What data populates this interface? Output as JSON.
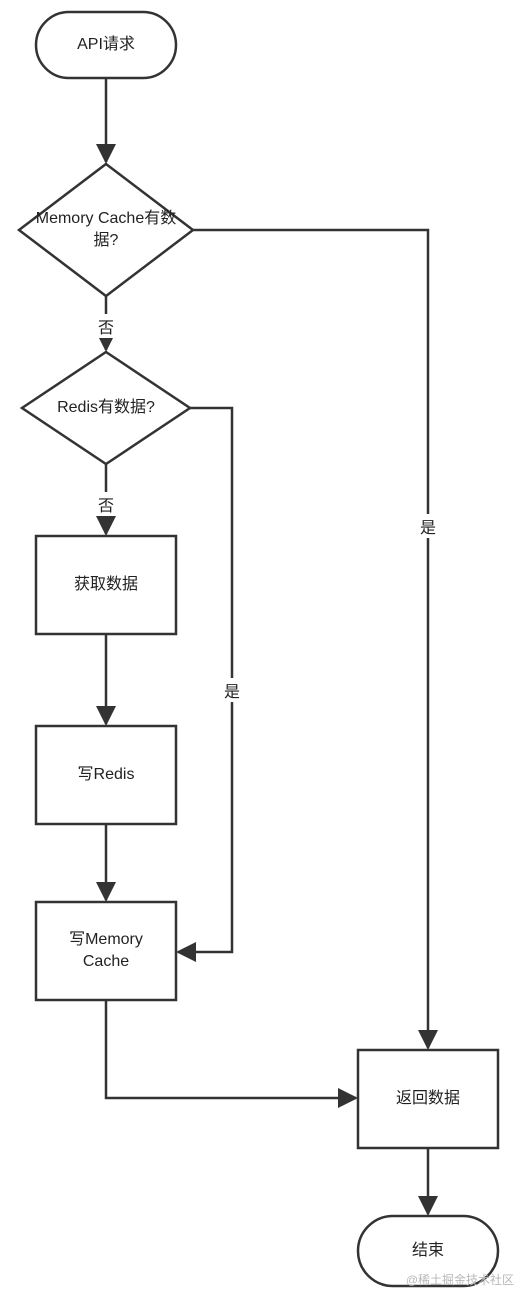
{
  "nodes": {
    "start": "API请求",
    "memory_check": "Memory Cache有数据?",
    "redis_check": "Redis有数据?",
    "fetch": "获取数据",
    "write_redis": "写Redis",
    "write_memory": "写Memory Cache",
    "return": "返回数据",
    "end": "结束"
  },
  "edges": {
    "memory_no": "否",
    "redis_no": "否",
    "redis_yes": "是",
    "memory_yes": "是"
  },
  "watermark": "@稀土掘金技术社区",
  "colors": {
    "stroke": "#333333",
    "background": "#ffffff"
  }
}
